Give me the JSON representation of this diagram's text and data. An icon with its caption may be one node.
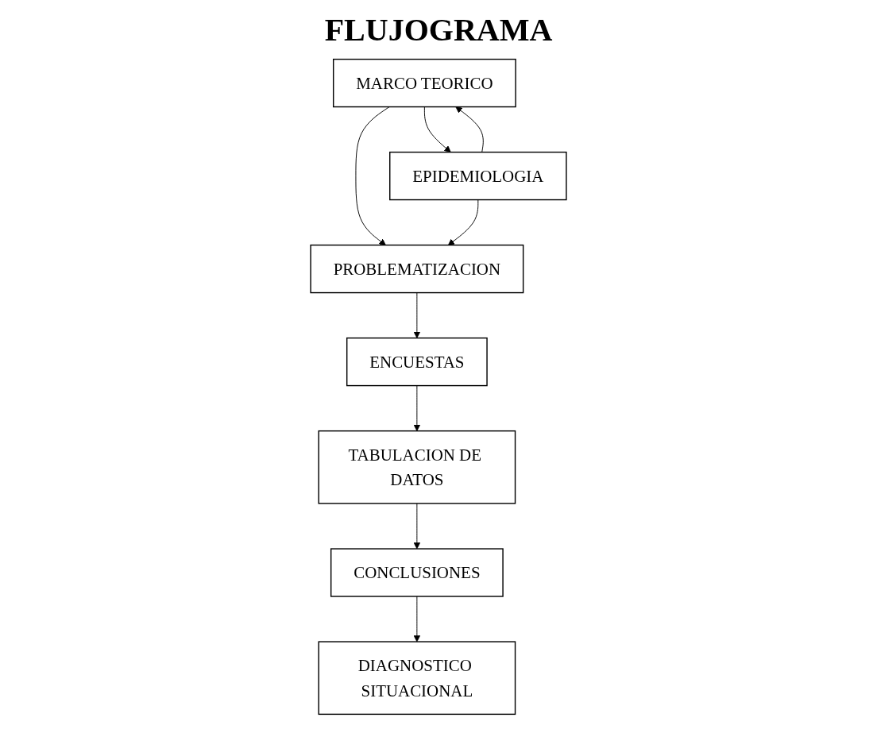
{
  "diagram": {
    "title": "FLUJOGRAMA",
    "nodes": [
      {
        "text": [
          "MARCO TEORICO"
        ]
      },
      {
        "text": [
          "EPIDEMIOLOGIA"
        ]
      },
      {
        "text": [
          "PROBLEMATIZACION"
        ]
      },
      {
        "text": [
          "ENCUESTAS"
        ]
      },
      {
        "text": [
          "TABULACION DE DATOS"
        ]
      },
      {
        "text": [
          "CONCLUSIONES"
        ]
      },
      {
        "text": [
          "DIAGNOSTICO SITUACIONAL"
        ]
      }
    ],
    "edges": [
      {
        "from": 0,
        "to": 1,
        "arrow": "to"
      },
      {
        "from": 1,
        "to": 0,
        "arrow": "to"
      },
      {
        "from": 0,
        "to": 2,
        "arrow": "to"
      },
      {
        "from": 1,
        "to": 2,
        "arrow": "to"
      },
      {
        "from": 2,
        "to": 3,
        "arrow": "to"
      },
      {
        "from": 3,
        "to": 4,
        "arrow": "to"
      },
      {
        "from": 4,
        "to": 5,
        "arrow": "to"
      },
      {
        "from": 5,
        "to": 6,
        "arrow": "to"
      }
    ]
  }
}
